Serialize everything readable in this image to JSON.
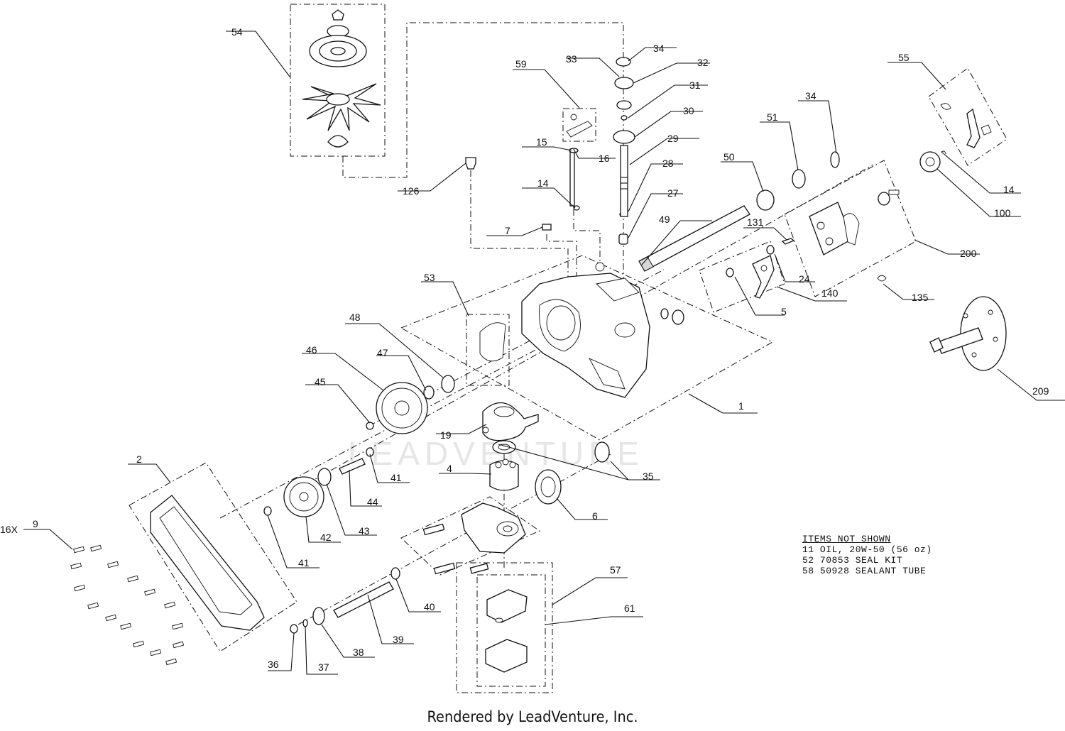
{
  "watermark": "LEADVENTURE",
  "footer": "Rendered by LeadVenture, Inc.",
  "notes": {
    "heading": "ITEMS NOT SHOWN",
    "lines": [
      "11 OIL, 20W-50 (56 oz)",
      "52 70853 SEAL KIT",
      "58 50928 SEALANT TUBE"
    ]
  },
  "callouts": {
    "c1": "1",
    "c2": "2",
    "c4": "4",
    "c5": "5",
    "c6": "6",
    "c7": "7",
    "c9": "9",
    "c9_qty": "16X",
    "c14a": "14",
    "c14b": "14",
    "c15": "15",
    "c16": "16",
    "c19": "19",
    "c24": "24",
    "c27": "27",
    "c28": "28",
    "c29": "29",
    "c30": "30",
    "c31": "31",
    "c32": "32",
    "c33": "33",
    "c34a": "34",
    "c34b": "34",
    "c35": "35",
    "c36": "36",
    "c37": "37",
    "c38": "38",
    "c39": "39",
    "c40": "40",
    "c41a": "41",
    "c41b": "41",
    "c42": "42",
    "c43": "43",
    "c44": "44",
    "c45": "45",
    "c46": "46",
    "c47": "47",
    "c48": "48",
    "c49": "49",
    "c50": "50",
    "c51": "51",
    "c53": "53",
    "c54": "54",
    "c55": "55",
    "c57": "57",
    "c59": "59",
    "c61": "61",
    "c100": "100",
    "c126": "126",
    "c131": "131",
    "c135": "135",
    "c140": "140",
    "c200": "200",
    "c209": "209"
  }
}
